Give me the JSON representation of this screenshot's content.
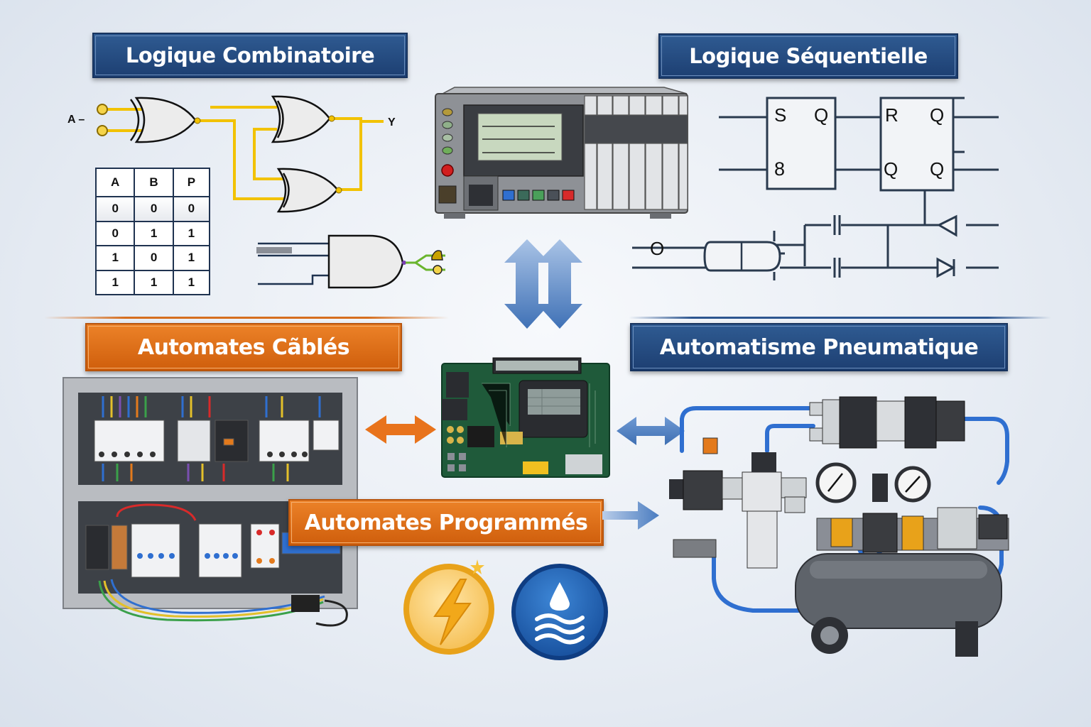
{
  "banners": {
    "combinatoire": "Logique Combinatoire",
    "sequentielle": "Logique Séquentielle",
    "cables": "Automates Cãblés",
    "pneumatique": "Automatisme Pneumatique",
    "programmes": "Automates Programmés"
  },
  "combinational": {
    "input_label": "A –",
    "output_label": "Y",
    "truth_table": {
      "headers": [
        "A",
        "B",
        "P"
      ],
      "rows": [
        [
          "0",
          "0",
          "0"
        ],
        [
          "0",
          "1",
          "1"
        ],
        [
          "1",
          "0",
          "1"
        ],
        [
          "1",
          "1",
          "1"
        ]
      ]
    }
  },
  "sequential": {
    "flipflop1": {
      "top_left": "S",
      "top_right": "Q",
      "bottom_left": "8"
    },
    "flipflop2": {
      "top_left": "R",
      "top_right": "Q",
      "bottom_left": "Q",
      "bottom_right": "Q"
    },
    "input_label": "O"
  },
  "colors": {
    "banner_blue": "#1d3f72",
    "banner_orange": "#dd6f18",
    "wire_yellow": "#f2c200",
    "arrow_blue": "#4a7cc0",
    "arrow_orange": "#e8731c",
    "schematic_line": "#2a3a4e"
  },
  "icons": {
    "energy": "lightning-bolt-icon",
    "fluid": "water-drop-waves-icon"
  }
}
